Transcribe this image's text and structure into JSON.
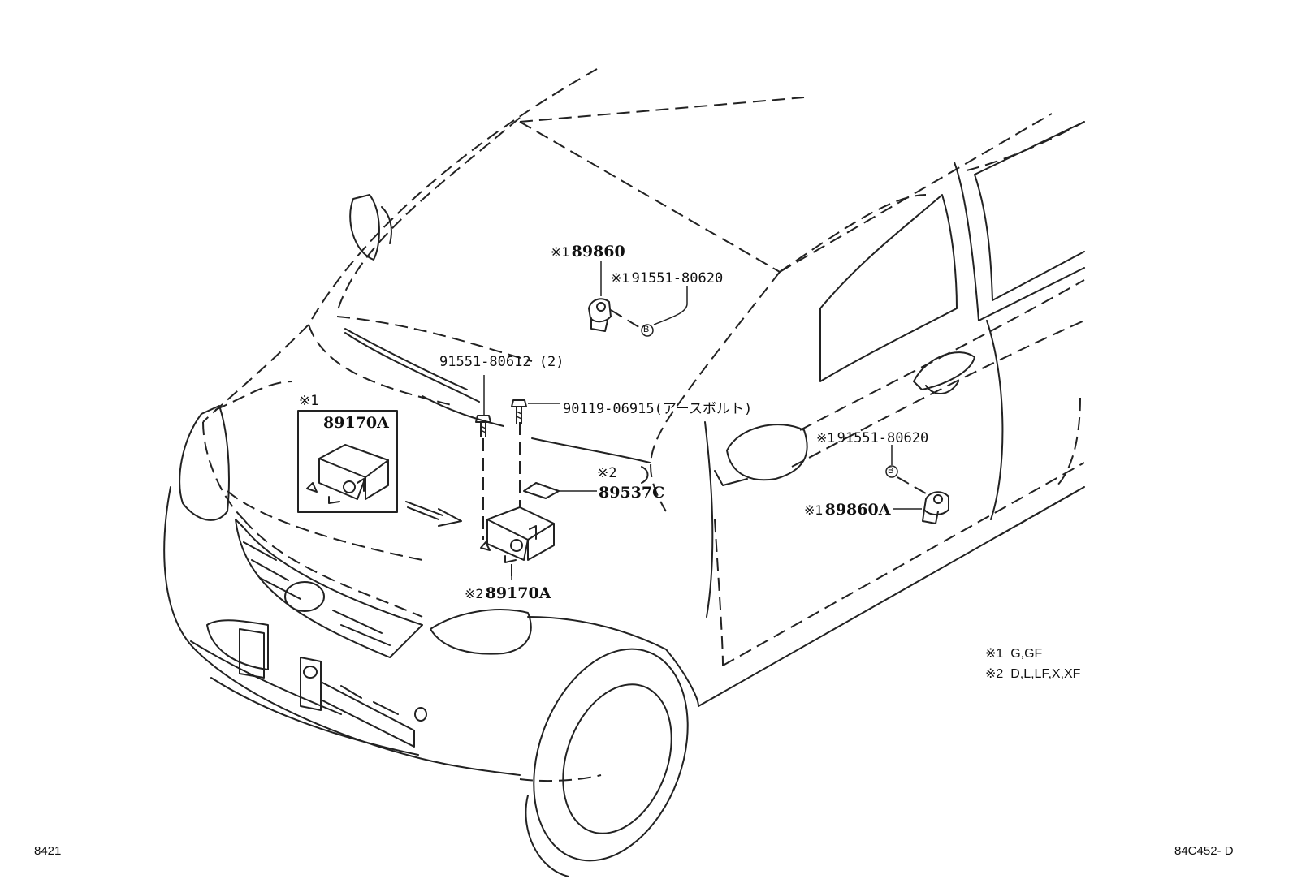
{
  "callouts": {
    "sensor_top": {
      "mark": "※1",
      "part": "89860"
    },
    "bolt_top": {
      "mark": "※1",
      "part": "91551-80620"
    },
    "bolt_center": {
      "part": "91551-80612 (2)"
    },
    "earth_bolt": {
      "part": "90119-06915(アースボルト)"
    },
    "inset_mark": "※1",
    "inset_part": "89170A",
    "label_plate": {
      "mark": "※2",
      "part": "89537C"
    },
    "ecu_bottom": {
      "mark": "※2",
      "part": "89170A"
    },
    "bolt_right": {
      "mark": "※1",
      "part": "91551-80620"
    },
    "sensor_right": {
      "mark": "※1",
      "part": "89860A"
    },
    "ref_b": "B"
  },
  "legend": [
    {
      "mark": "※1",
      "text": "G,GF"
    },
    {
      "mark": "※2",
      "text": "D,L,LF,X,XF"
    }
  ],
  "footer": {
    "left": "8421",
    "right": "84C452- D"
  }
}
